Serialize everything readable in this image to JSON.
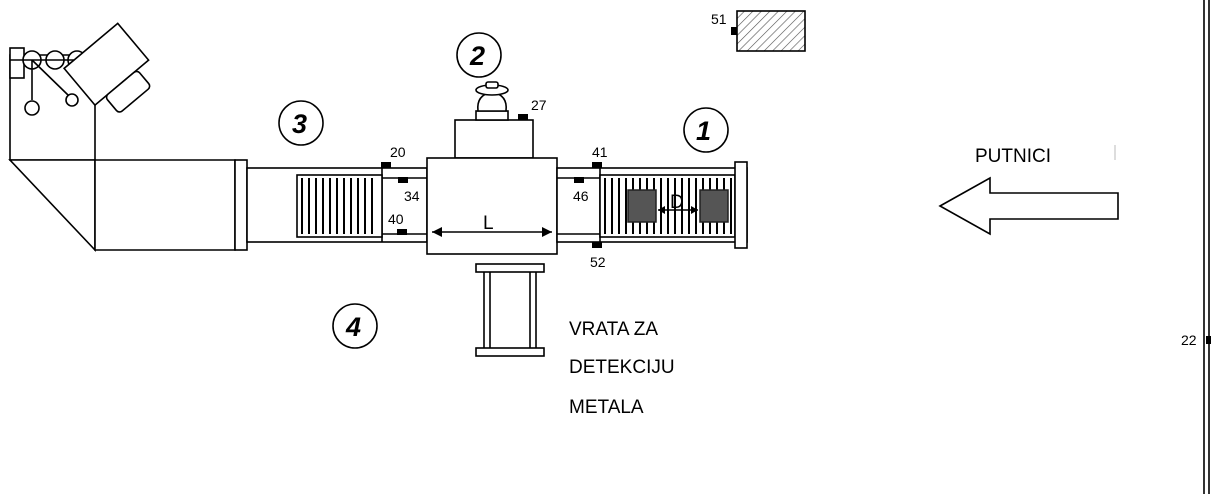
{
  "labels": {
    "passengers": "PUTNICI",
    "metal_gate": [
      "VRATA ZA",
      "DETEKCIJU",
      "METALA"
    ],
    "dim_l": "L",
    "dim_d": "D"
  },
  "zones": [
    "1",
    "2",
    "3",
    "4"
  ],
  "sensors": [
    "51",
    "27",
    "20",
    "41",
    "34",
    "46",
    "40",
    "52",
    "22"
  ]
}
